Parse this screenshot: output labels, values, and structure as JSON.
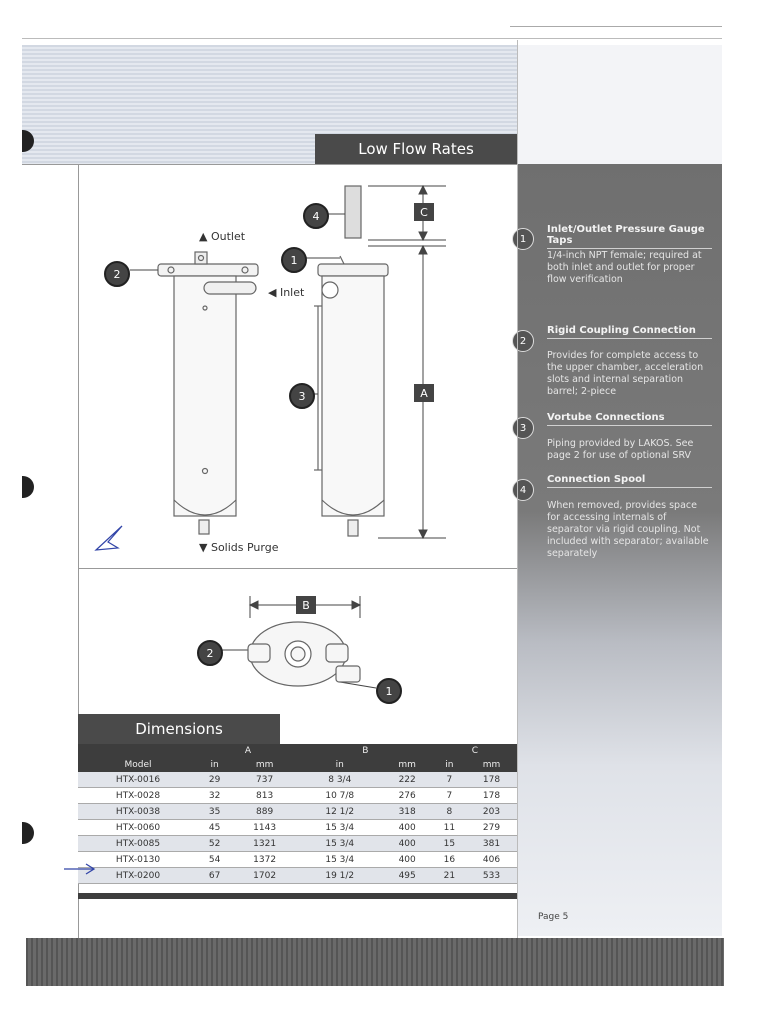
{
  "header": {
    "title": "Low Flow Rates"
  },
  "diagram": {
    "labels": {
      "outlet": "▲ Outlet",
      "inlet": "◀ Inlet",
      "purge": "▼ Solids Purge"
    },
    "callouts": [
      "1",
      "2",
      "3",
      "4"
    ],
    "dimension_letters": {
      "a": "A",
      "b": "B",
      "c": "C"
    }
  },
  "features": [
    {
      "num": "1",
      "title": "Inlet/Outlet Pressure Gauge Taps",
      "body": "1/4-inch NPT female; required at both inlet and outlet for proper flow verification"
    },
    {
      "num": "2",
      "title": "Rigid Coupling Connection",
      "body": "Provides for complete access to the upper chamber, acceleration slots and internal separation barrel; 2-piece"
    },
    {
      "num": "3",
      "title": "Vortube Connections",
      "body": "Piping provided by LAKOS. See page 2 for use of optional SRV"
    },
    {
      "num": "4",
      "title": "Connection Spool",
      "body": "When removed, provides space for accessing internals of separator via rigid coupling. Not included with separator; available separately"
    }
  ],
  "dimensions": {
    "title": "Dimensions",
    "group_headers": {
      "a": "A",
      "b": "B",
      "c": "C"
    },
    "model_header": "Model",
    "unit_in": "in",
    "unit_mm": "mm",
    "rows": [
      {
        "model": "HTX-0016",
        "a_in": "29",
        "a_mm": "737",
        "b_in": "8 3/4",
        "b_mm": "222",
        "c_in": "7",
        "c_mm": "178"
      },
      {
        "model": "HTX-0028",
        "a_in": "32",
        "a_mm": "813",
        "b_in": "10 7/8",
        "b_mm": "276",
        "c_in": "7",
        "c_mm": "178"
      },
      {
        "model": "HTX-0038",
        "a_in": "35",
        "a_mm": "889",
        "b_in": "12 1/2",
        "b_mm": "318",
        "c_in": "8",
        "c_mm": "203"
      },
      {
        "model": "HTX-0060",
        "a_in": "45",
        "a_mm": "1143",
        "b_in": "15 3/4",
        "b_mm": "400",
        "c_in": "11",
        "c_mm": "279"
      },
      {
        "model": "HTX-0085",
        "a_in": "52",
        "a_mm": "1321",
        "b_in": "15 3/4",
        "b_mm": "400",
        "c_in": "15",
        "c_mm": "381"
      },
      {
        "model": "HTX-0130",
        "a_in": "54",
        "a_mm": "1372",
        "b_in": "15 3/4",
        "b_mm": "400",
        "c_in": "16",
        "c_mm": "406"
      },
      {
        "model": "HTX-0200",
        "a_in": "67",
        "a_mm": "1702",
        "b_in": "19 1/2",
        "b_mm": "495",
        "c_in": "21",
        "c_mm": "533"
      }
    ]
  },
  "footer": {
    "page": "Page 5"
  }
}
